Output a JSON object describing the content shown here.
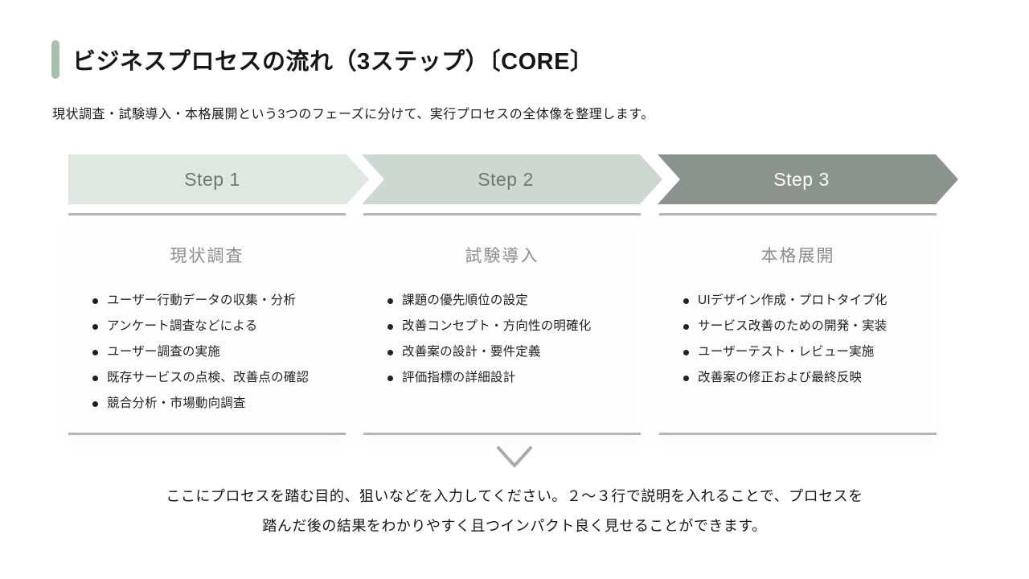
{
  "slide": {
    "title": "ビジネスプロセスの流れ（3ステップ）〔CORE〕",
    "subtitle": "現状調査・試験導入・本格展開という3つのフェーズに分けて、実行プロセスの全体像を整理します。",
    "accent_color": "#a9c0ab"
  },
  "steps": [
    {
      "label": "Step 1",
      "fill": "#dee8e0",
      "label_color": "#6f776f",
      "heading": "現状調査",
      "items": [
        "ユーザー行動データの収集・分析",
        "アンケート調査などによる",
        "ユーザー調査の実施",
        "既存サービスの点検、改善点の確認",
        "競合分析・市場動向調査"
      ]
    },
    {
      "label": "Step 2",
      "fill": "#cdd8d0",
      "label_color": "#6f776f",
      "heading": "試験導入",
      "items": [
        "課題の優先順位の設定",
        "改善コンセプト・方向性の明確化",
        "改善案の設計・要件定義",
        "評価指標の詳細設計"
      ]
    },
    {
      "label": "Step 3",
      "fill": "#8a938c",
      "label_color": "#ffffff",
      "heading": "本格展開",
      "items": [
        "UIデザイン作成・プロトタイプ化",
        "サービス改善のための開発・実装",
        "ユーザーテスト・レビュー実施",
        "改善案の修正および最終反映"
      ]
    }
  ],
  "icons": {
    "down_chevron_color": "#a7aea8"
  },
  "footer": {
    "line1": "ここにプロセスを踏む目的、狙いなどを入力してください。２〜３行で説明を入れることで、プロセスを",
    "line2": "踏んだ後の結果をわかりやすく且つインパクト良く見せることができます。"
  }
}
